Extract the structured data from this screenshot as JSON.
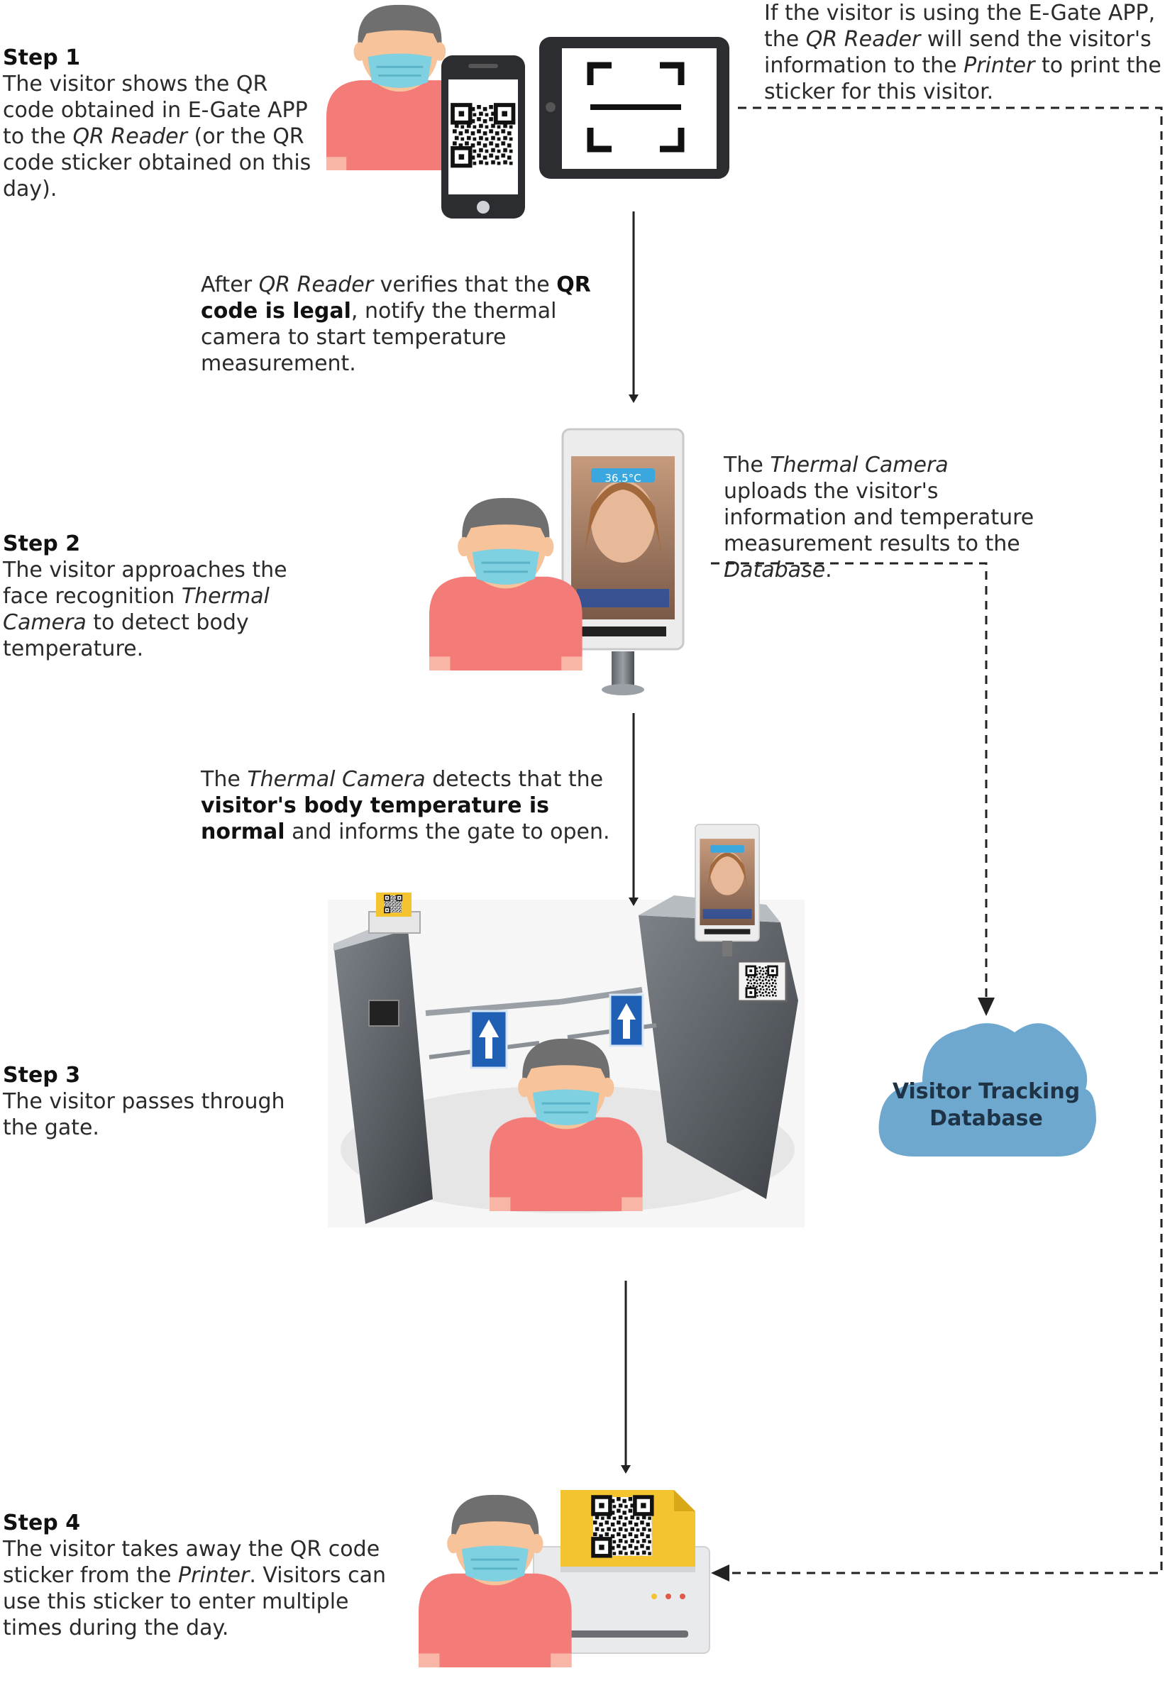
{
  "step1": {
    "title": "Step 1",
    "t1": "The visitor  shows the QR code obtained in E-Gate APP to the ",
    "qr_reader": "QR Reader",
    "t2": " (or the QR code sticker obtained on this day)."
  },
  "printer_note": {
    "t1": "If the visitor is using the E-Gate APP, the ",
    "qr_reader": "QR Reader",
    "t2": " will send the visitor's information to the ",
    "printer": "Printer",
    "t3": " to print the sticker for this visitor."
  },
  "verify_note": {
    "t1": "After ",
    "qr_reader": "QR Reader",
    "t2": " verifies that the ",
    "bold": "QR code is legal",
    "t3": ", notify the thermal camera to start temperature measurement."
  },
  "step2": {
    "title": "Step 2",
    "t1": "The visitor  approaches the face recognition ",
    "camera": "Thermal Camera",
    "t2": " to detect body temperature."
  },
  "upload_note": {
    "t1": "The ",
    "camera": "Thermal Camera",
    "t2": " uploads the visitor's information and temperature measurement results to the ",
    "database": "Database",
    "t3": "."
  },
  "detect_note": {
    "t1": "The ",
    "camera": "Thermal Camera",
    "t2": " detects that the ",
    "bold": "visitor's body temperature is normal",
    "t3": " and informs the gate to open."
  },
  "step3": {
    "title": "Step 3",
    "text": "The visitor passes through the gate."
  },
  "step4": {
    "title": "Step 4",
    "t1": "The visitor takes away the QR code sticker from the ",
    "printer": "Printer",
    "t2": ". Visitors can use this sticker to enter multiple times during the day."
  },
  "database": {
    "line1": "Visitor Tracking",
    "line2": "Database"
  },
  "screen_temp": "36.5°C",
  "colors": {
    "person_shirt": "#f47c78",
    "person_hair": "#6f6f6f",
    "person_skin": "#f7c39a",
    "mask": "#7fd0e0",
    "cloud": "#6ea8cf",
    "sticker": "#f4c430",
    "arrow": "#222222"
  }
}
